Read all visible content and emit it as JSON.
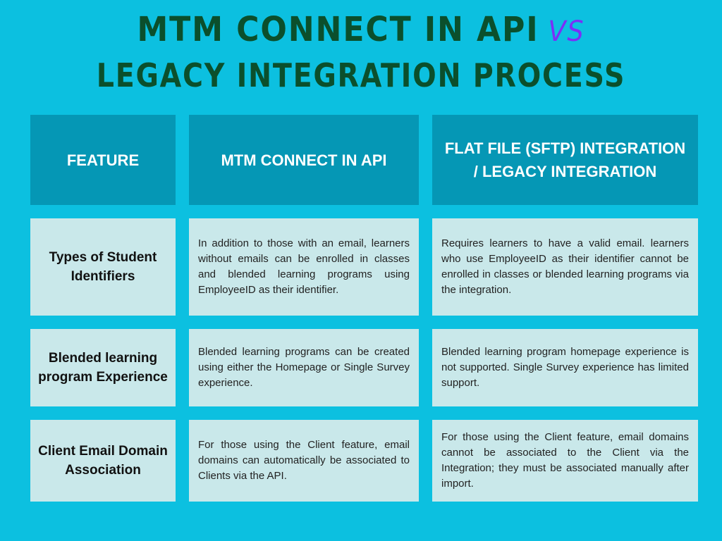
{
  "title": {
    "line1": "MTM CONNECT IN API",
    "vs": "VS",
    "line2": "LEGACY INTEGRATION PROCESS"
  },
  "table": {
    "headers": [
      "FEATURE",
      "MTM CONNECT IN API",
      "FLAT FILE (SFTP) INTEGRATION / LEGACY INTEGRATION"
    ],
    "rows": [
      {
        "feature": "Types of Student Identifiers",
        "api": "In addition to those with an email, learners without emails can be enrolled in classes and blended learning programs using EmployeeID as their identifier.",
        "legacy": "Requires learners to have a valid email. learners who use EmployeeID as their identifier cannot be enrolled in classes or blended learning programs via the integration."
      },
      {
        "feature": "Blended learning program Experience",
        "api": "Blended learning programs can be created using either the Homepage or Single Survey experience.",
        "legacy": "Blended learning program homepage experience is not supported. Single Survey experience has limited support."
      },
      {
        "feature": "Client Email Domain Association",
        "api": "For those using the Client feature, email domains can automatically be associated to Clients via the API.",
        "legacy": "For those using the Client feature, email domains cannot be associated to the Client via the Integration; they must be associated manually after import."
      }
    ]
  },
  "colors": {
    "background": "#0cc0e0",
    "header": "#0597b5",
    "cell": "#c9e8ea",
    "title": "#0b4f2c",
    "vs": "#7b2ff7"
  }
}
